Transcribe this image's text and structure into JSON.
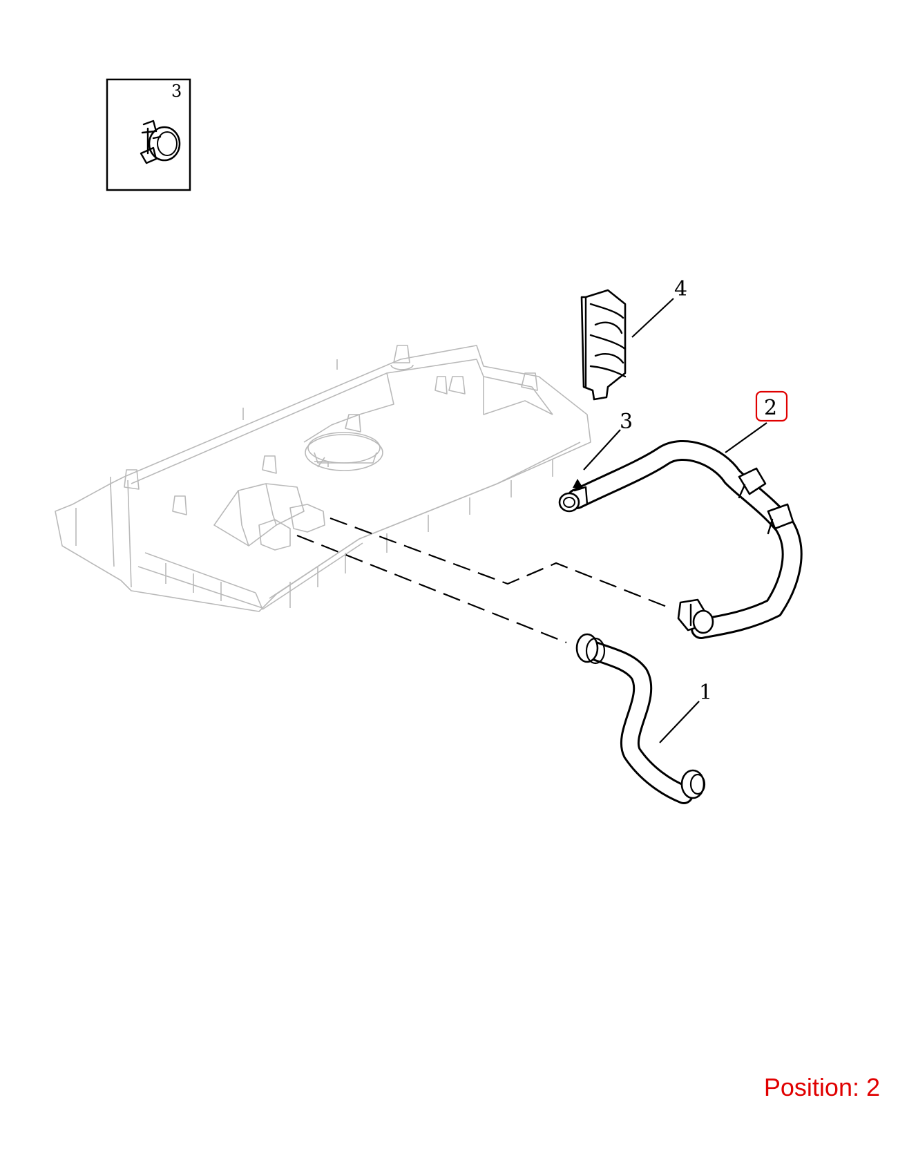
{
  "inset": {
    "number": "3"
  },
  "callouts": {
    "c1": "1",
    "c2": "2",
    "c3": "3",
    "c4": "4"
  },
  "highlight_color": "#e00000",
  "highlighted_callout": "2",
  "position_label": "Position: 2"
}
